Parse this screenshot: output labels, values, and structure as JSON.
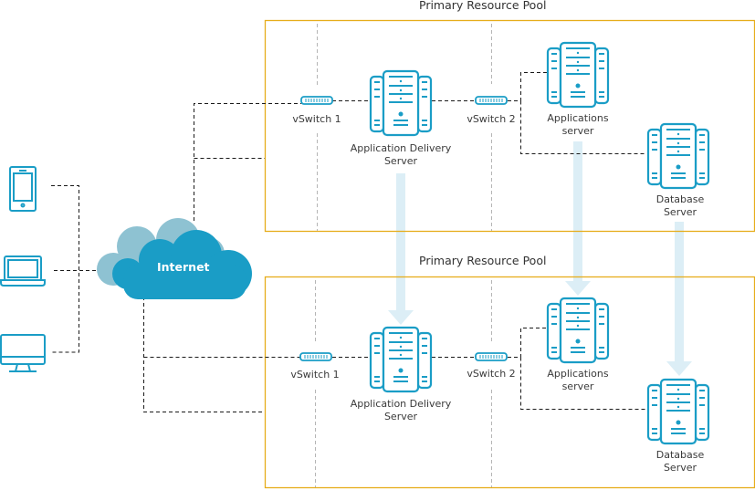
{
  "colors": {
    "accent": "#1a9dc6",
    "pool_border": "#e6ad1b",
    "arrow": "#dceef6",
    "cloud_front": "#1a9dc6",
    "cloud_back": "#8ec2d2",
    "divider": "#b5b5b5",
    "connector": "#1a1a1a"
  },
  "internet": {
    "label": "Internet",
    "icon": "cloud-icon"
  },
  "clients": [
    {
      "name": "smartphone",
      "icon": "smartphone-icon"
    },
    {
      "name": "laptop",
      "icon": "laptop-icon"
    },
    {
      "name": "desktop",
      "icon": "desktop-monitor-icon"
    }
  ],
  "pools": [
    {
      "title": "Primary Resource Pool",
      "vswitch1": "vSwitch 1",
      "vswitch2": "vSwitch 2",
      "ads": [
        "Application Delivery",
        "Server"
      ],
      "apps": [
        "Applications",
        "server"
      ],
      "db": [
        "Database",
        "Server"
      ]
    },
    {
      "title": "Primary Resource Pool",
      "vswitch1": "vSwitch 1",
      "vswitch2": "vSwitch 2",
      "ads": [
        "Application Delivery",
        "Server"
      ],
      "apps": [
        "Applications",
        "server"
      ],
      "db": [
        "Database",
        "Server"
      ]
    }
  ]
}
